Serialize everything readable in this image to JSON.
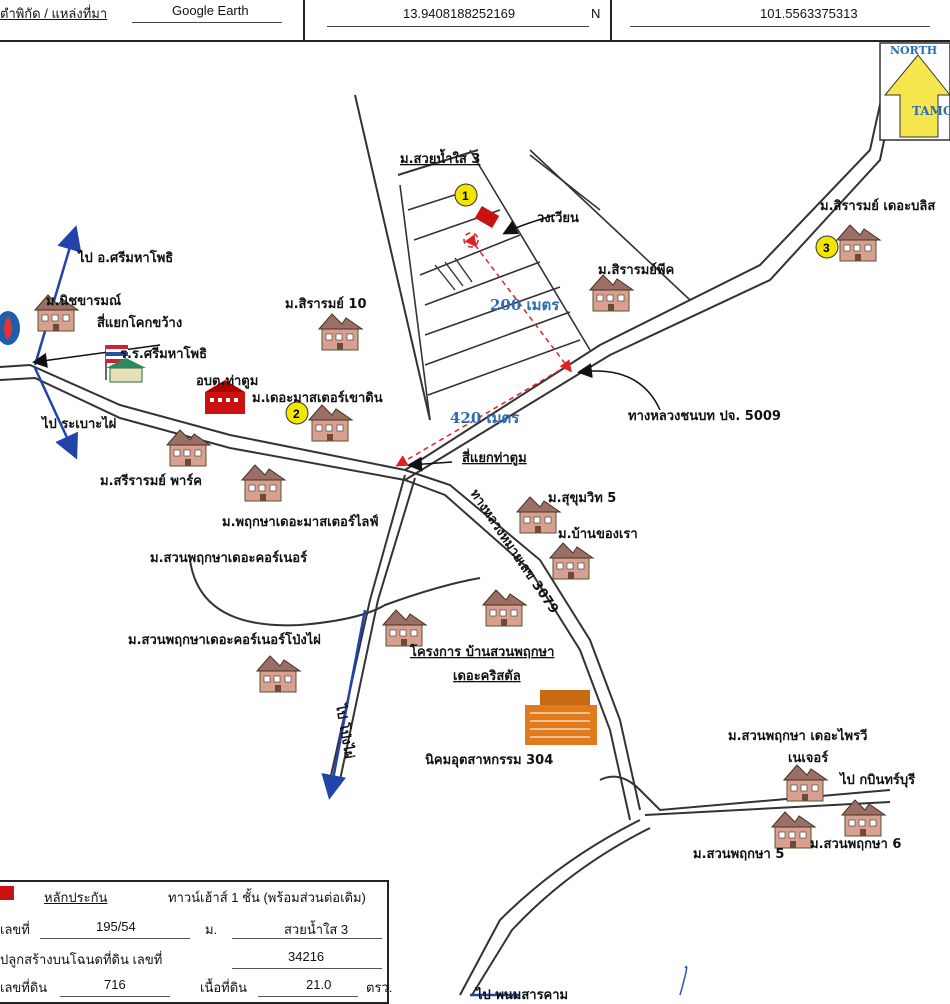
{
  "header": {
    "location_label": "ตำพิกัด / แหล่งที่มา",
    "source": "Google Earth",
    "latitude": "13.9408188252169",
    "lat_dir": "N",
    "longitude": "101.5563375313"
  },
  "north": {
    "label": "NORTH",
    "logo": "TAMC"
  },
  "map": {
    "village_suay_nam_sai": "ม.สวยน้ำใส 3",
    "roundabout": "วงเวียน",
    "siraram_peak": "ม.สิรารมย์พีค",
    "siraram_bliss": "ม.สิรารมย์ เดอะบลิส",
    "to_srimahaphot": "ไป อ.ศรีมหาโพธิ",
    "nitcharamon": "ม.นิชขารมณ์",
    "khok_khwang": "สี่แยกโคกขว้าง",
    "school": "ร.ร.ศรีมหาโพธิ",
    "siraram10": "ม.สิรารมย์ 10",
    "obt": "อบต.ท่าตูม",
    "master_khaodin": "ม.เดอะมาสเตอร์เขาดิน",
    "to_rabao": "ไป ระเบาะไผ่",
    "sriraram_park": "ม.สรีรารมย์ พาร์ค",
    "pruksa_life": "ม.พฤกษาเดอะมาสเตอร์ไลฟ์",
    "tatum_junction": "สี่แยกท่าตูม",
    "road_5009": "ทางหลวงชนบท ปจ. 5009",
    "dist_200": "200 เมตร",
    "dist_420": "420 เมตร",
    "highway_3079": "ทางหลวงหมายเลข 3079",
    "sukhumvit5": "ม.สุขุมวิท 5",
    "baan_khong_rao": "ม.บ้านของเรา",
    "corner": "ม.สวนพฤกษาเดอะคอร์เนอร์",
    "corner_pongphai": "ม.สวนพฤกษาเดอะคอร์เนอร์โป่งไผ่",
    "project_line1": "โครงการ บ้านสวนพฤกษา",
    "project_line2": "เดอะคริสตัล",
    "to_pongphai": "ไป โป่งไผ่",
    "industrial": "นิคมอุตสาหกรรม 304",
    "pleasure_line1": "ม.สวนพฤกษา เดอะไพรวี",
    "pleasure_line2": "เนเจอร์",
    "to_kabin": "ไป กบินทร์บุรี",
    "pruksa5": "ม.สวนพฤกษา 5",
    "pruksa6": "ม.สวนพฤกษา 6",
    "to_phanom": "ไป พนมสารคาม",
    "markers": [
      "1",
      "2",
      "3"
    ]
  },
  "legend": {
    "collateral": "หลักประกัน",
    "type": "ทาวน์เฮ้าส์ 1 ชั้น (พร้อมส่วนต่อเติม)",
    "house_no_label": "เลขที่",
    "house_no": "195/54",
    "moo_label": "ม.",
    "moo": "สวยน้ำใส 3",
    "deed_label": "ปลูกสร้างบนโฉนดที่ดิน เลขที่",
    "deed": "34216",
    "land_no_label": "เลขที่ดิน",
    "land_no": "716",
    "area_label": "เนื้อที่ดิน",
    "area": "21.0",
    "area_unit": "ตรว."
  },
  "colors": {
    "road": "#333333",
    "arrow": "#2244aa",
    "dashed": "#dd2222",
    "marker": "#f2e600",
    "red": "#cc1111"
  }
}
